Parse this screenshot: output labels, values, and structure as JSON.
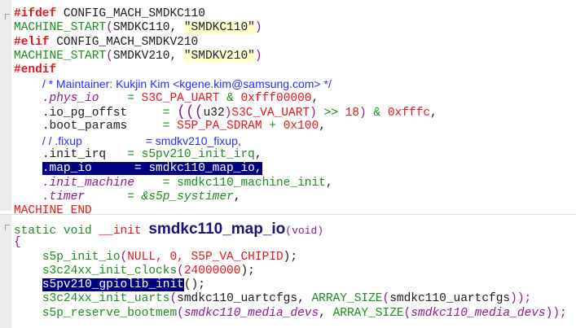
{
  "top_panel": {
    "lines": [
      [
        [
          "#ifdef",
          "d"
        ],
        [
          " CONFIG_MACH_SMDKC110",
          "k"
        ]
      ],
      [
        [
          "MACHINE_START",
          "g"
        ],
        [
          "(",
          "p"
        ],
        [
          "SMDKC110, ",
          "k"
        ],
        [
          "\"SMDKC110\"",
          "s"
        ],
        [
          ")",
          "p"
        ]
      ],
      [
        [
          "#elif",
          "d"
        ],
        [
          " CONFIG_MACH_SMDKV210",
          "k"
        ]
      ],
      [
        [
          "MACHINE_START",
          "g"
        ],
        [
          "(",
          "p"
        ],
        [
          "SMDKV210, ",
          "k"
        ],
        [
          "\"SMDKV210\"",
          "s"
        ],
        [
          ")",
          "p"
        ]
      ],
      [
        [
          "#endif",
          "d"
        ]
      ],
      [
        [
          "    ",
          "k"
        ],
        [
          "/ * Maintainer: Kukjin Kim <kgene.kim@samsung.com> */",
          "c"
        ]
      ],
      [
        [
          "    ",
          "k"
        ],
        [
          ".phys_io",
          "ip"
        ],
        [
          "    = ",
          "g"
        ],
        [
          "S3C_PA_UART",
          "r"
        ],
        [
          " & ",
          "g"
        ],
        [
          "0xfff00000",
          "r"
        ],
        [
          ",",
          "k"
        ]
      ],
      [
        [
          "    ",
          "k"
        ],
        [
          ".io_pg_offst",
          "k"
        ],
        [
          "     = ",
          "g"
        ],
        [
          "(((",
          "big"
        ],
        [
          "u32",
          "k"
        ],
        [
          ")",
          "p"
        ],
        [
          "S3C_VA_UART",
          "r"
        ],
        [
          ")",
          "p"
        ],
        [
          " >> ",
          "g"
        ],
        [
          "18",
          "r"
        ],
        [
          ")",
          "p"
        ],
        [
          " & ",
          "g"
        ],
        [
          "0xfffc",
          "r"
        ],
        [
          ",",
          "k"
        ]
      ],
      [
        [
          "    ",
          "k"
        ],
        [
          ".boot_params",
          "k"
        ],
        [
          "     = ",
          "g"
        ],
        [
          "S5P_PA_SDRAM",
          "r"
        ],
        [
          " + ",
          "g"
        ],
        [
          "0x100",
          "r"
        ],
        [
          ",",
          "k"
        ]
      ],
      [
        [
          "    ",
          "k"
        ],
        [
          "/ / .fixup                    = smdkv210_fixup,",
          "c"
        ]
      ],
      [
        [
          "    ",
          "k"
        ],
        [
          ".init_irq",
          "k"
        ],
        [
          "   = ",
          "g"
        ],
        [
          "s5pv210_init_irq",
          "g"
        ],
        [
          ",",
          "k"
        ]
      ],
      [
        [
          "    ",
          "k"
        ],
        [
          ".map_io      = smdkc110_map_io,",
          "sel"
        ]
      ],
      [
        [
          "    ",
          "k"
        ],
        [
          ".init_machine",
          "ip"
        ],
        [
          "    = ",
          "g"
        ],
        [
          "smdkc110_machine_init",
          "g"
        ],
        [
          ",",
          "k"
        ]
      ],
      [
        [
          "    ",
          "k"
        ],
        [
          ".timer",
          "ip"
        ],
        [
          "      = ",
          "g"
        ],
        [
          "&s5p_systimer",
          "ig"
        ],
        [
          ",",
          "k"
        ]
      ],
      [
        [
          "MACHINE_END",
          "r"
        ]
      ]
    ]
  },
  "bottom_panel": {
    "lines": [
      [
        [
          "static void ",
          "g"
        ],
        [
          "__init ",
          "r"
        ],
        [
          "smdkc110_map_io",
          "fn"
        ],
        [
          "(void)",
          "sm"
        ]
      ],
      [
        [
          "{",
          "p"
        ]
      ],
      [
        [
          "    ",
          "k"
        ],
        [
          "s5p_init_io",
          "g"
        ],
        [
          "(",
          "p"
        ],
        [
          "NULL, 0, S5P_VA_CHIPID",
          "r"
        ],
        [
          ");",
          "k"
        ]
      ],
      [
        [
          "    ",
          "k"
        ],
        [
          "s3c24xx_init_clocks",
          "g"
        ],
        [
          "(",
          "p"
        ],
        [
          "24000000",
          "r"
        ],
        [
          ");",
          "k"
        ]
      ],
      [
        [
          "    ",
          "k"
        ],
        [
          "s5pv210_gpiolib_init",
          "sel"
        ],
        [
          "();",
          "k"
        ]
      ],
      [
        [
          "    ",
          "k"
        ],
        [
          "s3c24xx_init_uarts",
          "g"
        ],
        [
          "(",
          "p"
        ],
        [
          "smdkc110_uartcfgs, ",
          "k"
        ],
        [
          "ARRAY_SIZE",
          "g"
        ],
        [
          "(",
          "p"
        ],
        [
          "smdkc110_uartcfgs",
          "k"
        ],
        [
          "));",
          "p"
        ]
      ],
      [
        [
          "    ",
          "k"
        ],
        [
          "s5p_reserve_bootmem",
          "g"
        ],
        [
          "(",
          "p"
        ],
        [
          "smdkc110_media_devs",
          "ip"
        ],
        [
          ", ",
          "k"
        ],
        [
          "ARRAY_SIZE",
          "g"
        ],
        [
          "(",
          "p"
        ],
        [
          "smdkc110_media_devs",
          "ip"
        ],
        [
          "));",
          "p"
        ]
      ]
    ]
  }
}
